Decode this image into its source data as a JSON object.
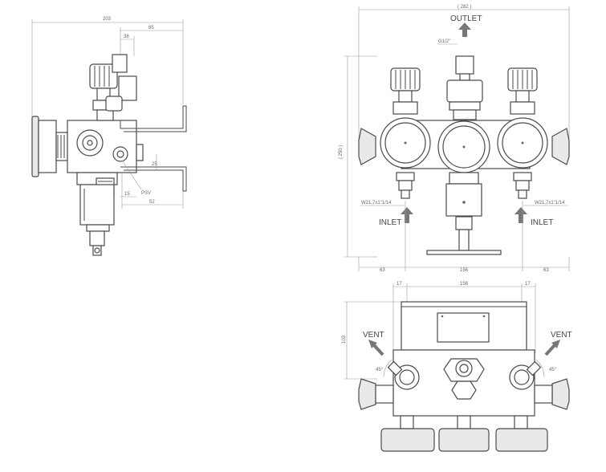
{
  "labels": {
    "outlet": "OUTLET",
    "inlet_left": "INLET",
    "inlet_right": "INLET",
    "vent_left": "VENT",
    "vent_right": "VENT",
    "psv": "PSV"
  },
  "dims": {
    "side_total": "203",
    "side_85": "85",
    "side_38": "38",
    "side_25": "25",
    "side_15": "15",
    "side_52": "52",
    "front_width": "( 282 )",
    "front_height": "( 250 )",
    "outlet_thread": "G1/2\"",
    "inlet_thread_left": "W21,7x1\"1/14",
    "inlet_thread_right": "W21,7x1\"1/14",
    "front_63_left": "63",
    "front_156": "156",
    "front_63_right": "63",
    "top_17_left": "17",
    "top_156": "156",
    "top_17_right": "17",
    "top_height": "103",
    "angle_left": "45°",
    "angle_right": "45°"
  }
}
